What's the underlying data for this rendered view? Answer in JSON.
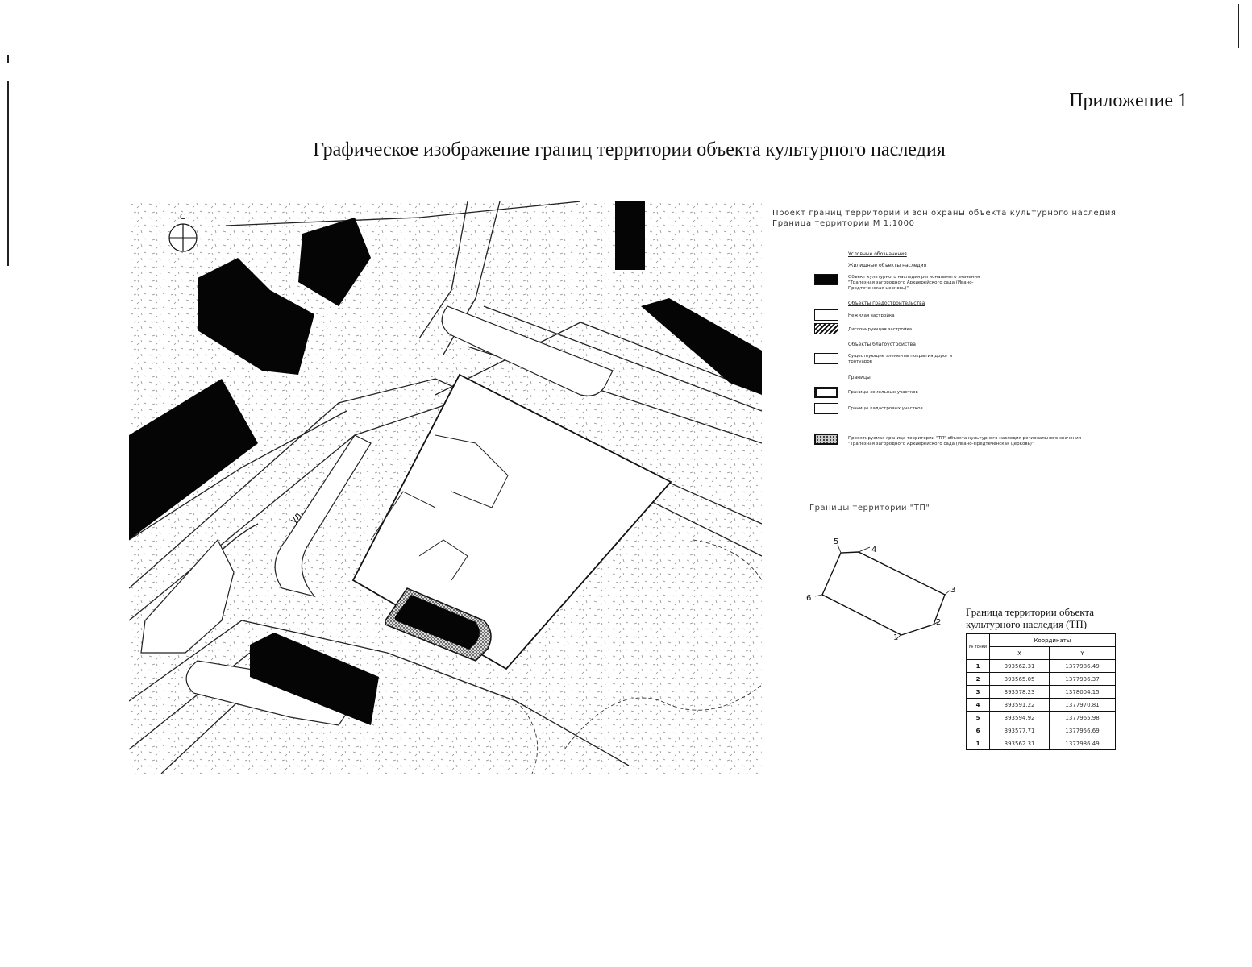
{
  "appendix_label": "Приложение 1",
  "title": "Графическое изображение границ территории объекта культурного наследия",
  "compass_letter": "С",
  "street_label": "ул.",
  "project_heading": {
    "line1": "Проект границ территории и зон охраны объекта культурного наследия",
    "line2": "Граница территории М 1:1000"
  },
  "legend": {
    "title": "Условные обозначения",
    "groups": [
      {
        "heading": "Жилищные объекты наследия",
        "items": [
          {
            "swatch": "solid-black",
            "text": "Объект культурного наследия регионального значения \"Трапезная загородного Архиерейского сада (Ивано-Предтеченская церковь)\""
          }
        ]
      },
      {
        "heading": "Объекты градостроительства",
        "items": [
          {
            "swatch": "empty",
            "text": "Нежилая застройка"
          },
          {
            "swatch": "hatched",
            "text": "Диссонирующая застройка"
          }
        ]
      },
      {
        "heading": "Объекты благоустройства",
        "items": [
          {
            "swatch": "empty",
            "text": "Существующие элементы покрытия дорог и тротуаров"
          }
        ]
      },
      {
        "heading": "Границы",
        "items": [
          {
            "swatch": "thick-border",
            "text": "Границы земельных участков"
          },
          {
            "swatch": "empty",
            "text": "Границы кадастровых участков"
          }
        ]
      },
      {
        "heading": "",
        "items": [
          {
            "swatch": "dotted",
            "text": "Проектируемая граница территории \"ТП\" объекта культурного наследия регионального значения \"Трапезная загородного Архиерейского сада (Ивано-Предтеченская церковь)\""
          }
        ]
      }
    ]
  },
  "tp_schema_label": "Границы территории \"ТП\"",
  "schema_points": [
    "1",
    "2",
    "3",
    "4",
    "5",
    "6"
  ],
  "coord_table": {
    "title": "Граница территории объекта культурного наследия (ТП)",
    "head_no": "№ точки",
    "head_coords": "Координаты",
    "head_x": "X",
    "head_y": "Y",
    "rows": [
      {
        "n": "1",
        "x": "393562.31",
        "y": "1377986.49"
      },
      {
        "n": "2",
        "x": "393565.05",
        "y": "1377936.37"
      },
      {
        "n": "3",
        "x": "393578.23",
        "y": "1378004.15"
      },
      {
        "n": "4",
        "x": "393591.22",
        "y": "1377970.81"
      },
      {
        "n": "5",
        "x": "393594.92",
        "y": "1377965.98"
      },
      {
        "n": "6",
        "x": "393577.71",
        "y": "1377956.69"
      },
      {
        "n": "1",
        "x": "393562.31",
        "y": "1377986.49"
      }
    ]
  }
}
